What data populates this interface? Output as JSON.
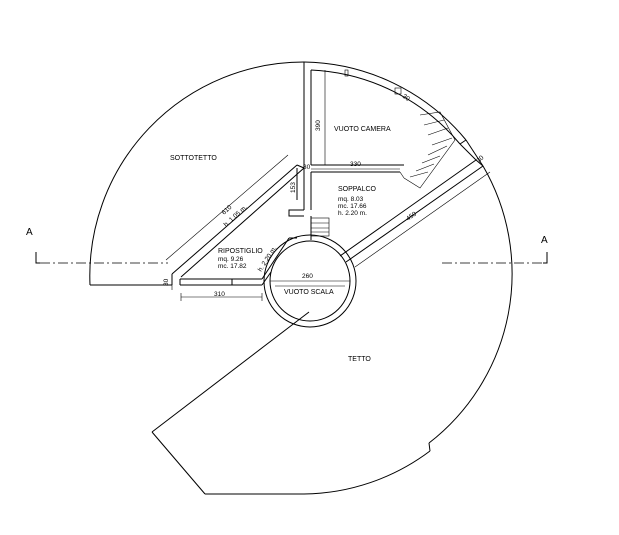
{
  "rooms": {
    "sottotetto": "SOTTOTETTO",
    "vuoto_camera": "VUOTO CAMERA",
    "soppalco": {
      "title": "SOPPALCO",
      "area": "mq. 8.03",
      "volume": "mc. 17.66",
      "height": "h. 2.20 m."
    },
    "ripostiglio": {
      "title": "RIPOSTIGLIO",
      "area": "mq. 9.26",
      "volume": "mc. 17.82"
    },
    "vuoto_scala": "VUOTO SCALA",
    "tetto": "TETTO"
  },
  "dimensions": {
    "d390": "390",
    "d330": "330",
    "d30_top": "30",
    "d30_right": "30",
    "d30_corner": "30",
    "d30_left": "30",
    "d153": "153",
    "d610": "610",
    "d450": "450",
    "d260": "260",
    "d310": "310",
    "h105": "h. 1.05 m.",
    "h220": "h. 2.20 m."
  },
  "section_marks": {
    "left": "A",
    "right": "A"
  }
}
